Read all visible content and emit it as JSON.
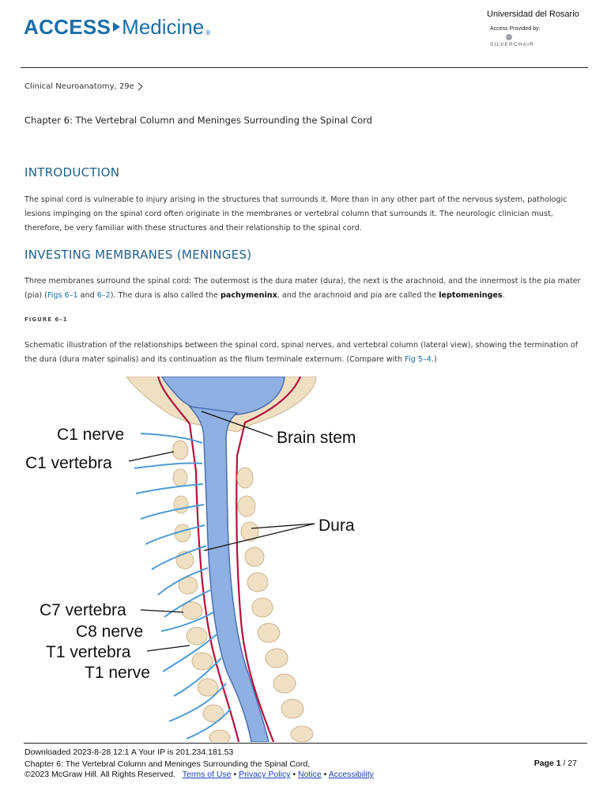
{
  "header": {
    "logo_part1": "ACCESS",
    "logo_part2": "Medicine",
    "logo_reg": "®",
    "institution": "Universidad del Rosario",
    "access_provided": "Access Provided by:",
    "provider": "SILVERCHAIR"
  },
  "breadcrumb": "Clinical Neuroanatomy, 29e",
  "chapter_title": "Chapter 6: The Vertebral Column and Meninges Surrounding the Spinal Cord",
  "sections": {
    "intro_heading": "INTRODUCTION",
    "intro_text": "The spinal cord is vulnerable to injury arising in the structures that surrounds it. More than in any other part of the nervous system, pathologic lesions impinging on the spinal cord often originate in the membranes or vertebral column that surrounds it. The neurologic clinician must, therefore, be very familiar with these structures and their relationship to the spinal cord.",
    "meninges_heading": "INVESTING MEMBRANES (MENINGES)",
    "meninges_text_1": "Three membranes surround the spinal cord: The outermost is the dura mater (dura), the next is the arachnoid, and the innermost is the pia mater (pia) (",
    "meninges_link_1": "Figs 6–1",
    "meninges_text_2": " and ",
    "meninges_link_2": "6–2",
    "meninges_text_3": "). The dura is also called the ",
    "meninges_term_1": "pachymeninx",
    "meninges_text_4": ", and the arachnoid and pia are called the ",
    "meninges_term_2": "leptomeninges",
    "meninges_text_5": ".",
    "figure_label": "FIGURE 6–1",
    "figure_caption_1": "Schematic illustration of the relationships between the spinal cord, spinal nerves, and vertebral column (lateral view), showing the termination of the dura (dura mater spinalis) and its continuation as the filum terminale externum. (Compare with ",
    "figure_caption_link": "Fig 5–4",
    "figure_caption_2": ".)"
  },
  "figure": {
    "labels": {
      "c1_nerve": "C1 nerve",
      "c1_vertebra": "C1 vertebra",
      "brain_stem": "Brain stem",
      "dura": "Dura",
      "c7_vertebra": "C7 vertebra",
      "c8_nerve": "C8 nerve",
      "t1_vertebra": "T1 vertebra",
      "t1_nerve": "T1 nerve"
    },
    "colors": {
      "cord": "#8fb0e2",
      "cord_edge": "#4a6fb0",
      "dura": "#b5123a",
      "nerve": "#4e9bd4",
      "bone": "#efe0c4",
      "bone_edge": "#cdb48e"
    }
  },
  "footer": {
    "downloaded": "Downloaded 2023-8-28 12:1 A  Your IP is 201.234.181.53",
    "chapter_line": "Chapter 6: The Vertebral Column and Meninges Surrounding the Spinal Cord,",
    "copyright": "©2023 McGraw Hill. All Rights Reserved.",
    "terms": "Terms of Use",
    "privacy": "Privacy Policy",
    "notice": "Notice",
    "accessibility": "Accessibility",
    "sep": " • ",
    "page_label": "Page",
    "page_current": "1",
    "page_total": "/ 27"
  }
}
